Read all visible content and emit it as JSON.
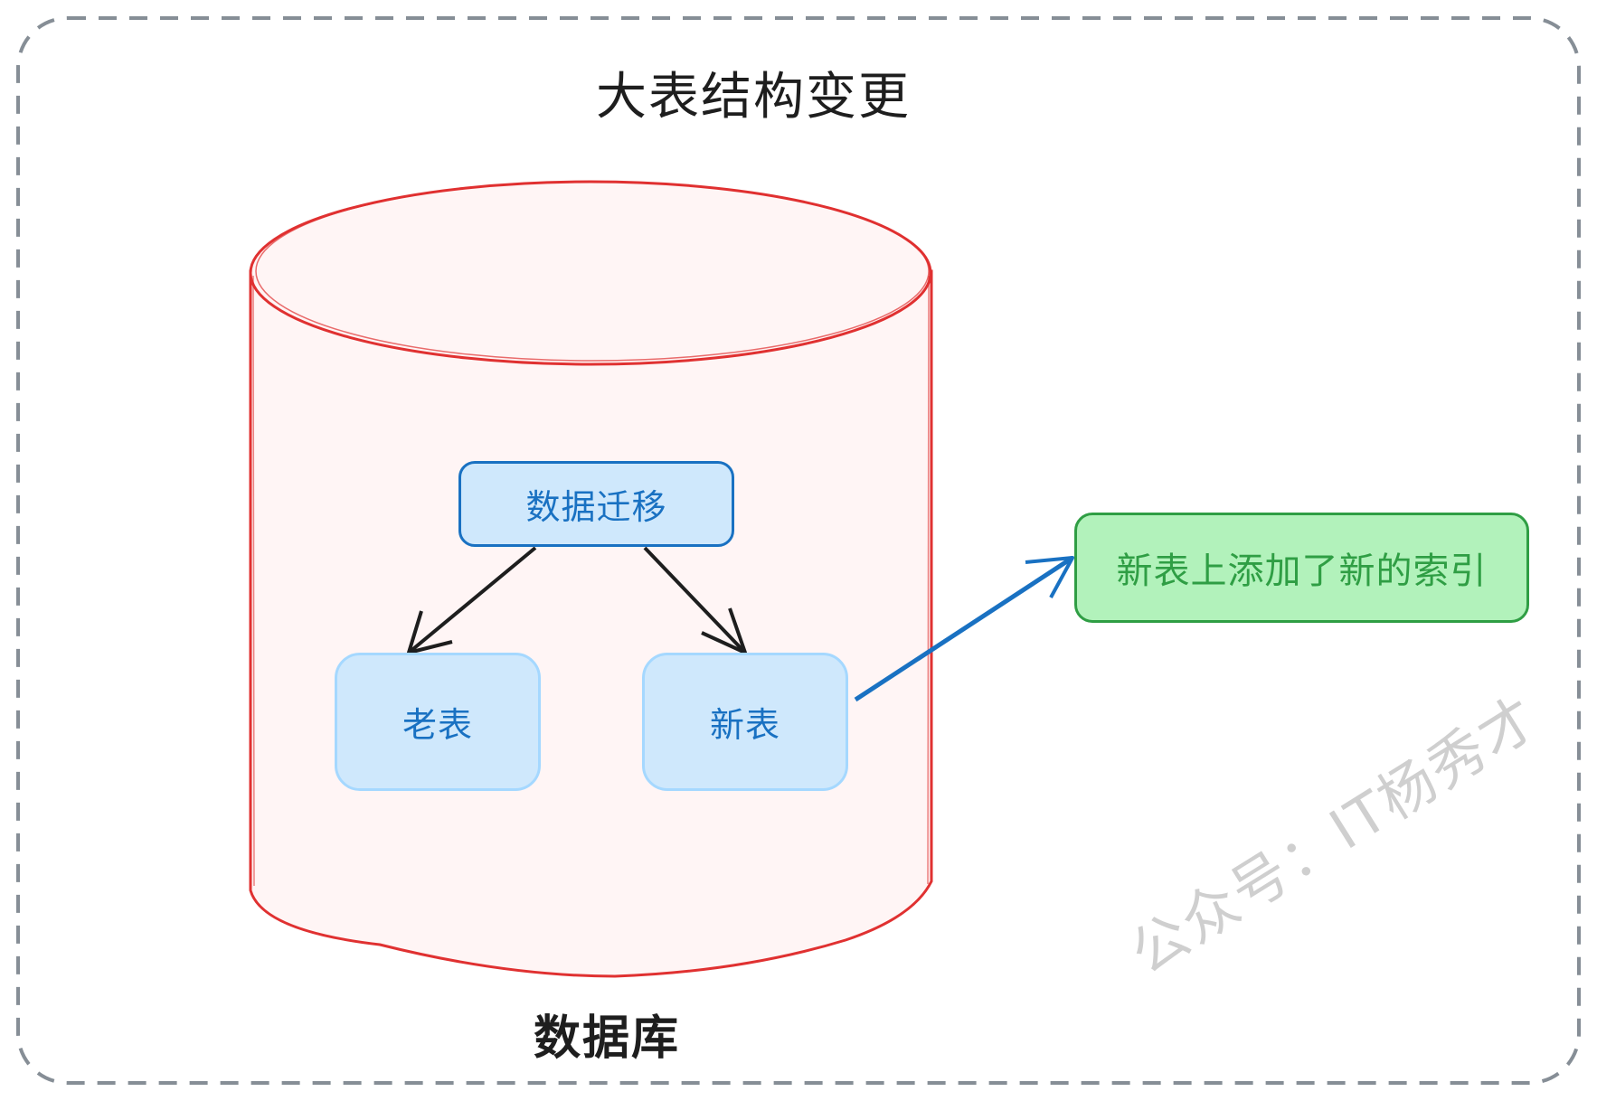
{
  "title": "大表结构变更",
  "nodes": {
    "migrate": "数据迁移",
    "old_table": "老表",
    "new_table": "新表",
    "index_note": "新表上添加了新的索引"
  },
  "database_label": "数据库",
  "watermark": "公众号：IT杨秀才",
  "colors": {
    "frame": "#868e96",
    "cylinder_stroke": "#e03131",
    "cylinder_fill": "#fff5f5",
    "blue_stroke": "#1971c2",
    "blue_fill": "#cfe8fc",
    "green_stroke": "#2f9e44",
    "green_fill": "#b2f2bb",
    "arrow_dark": "#1e1e1e"
  }
}
